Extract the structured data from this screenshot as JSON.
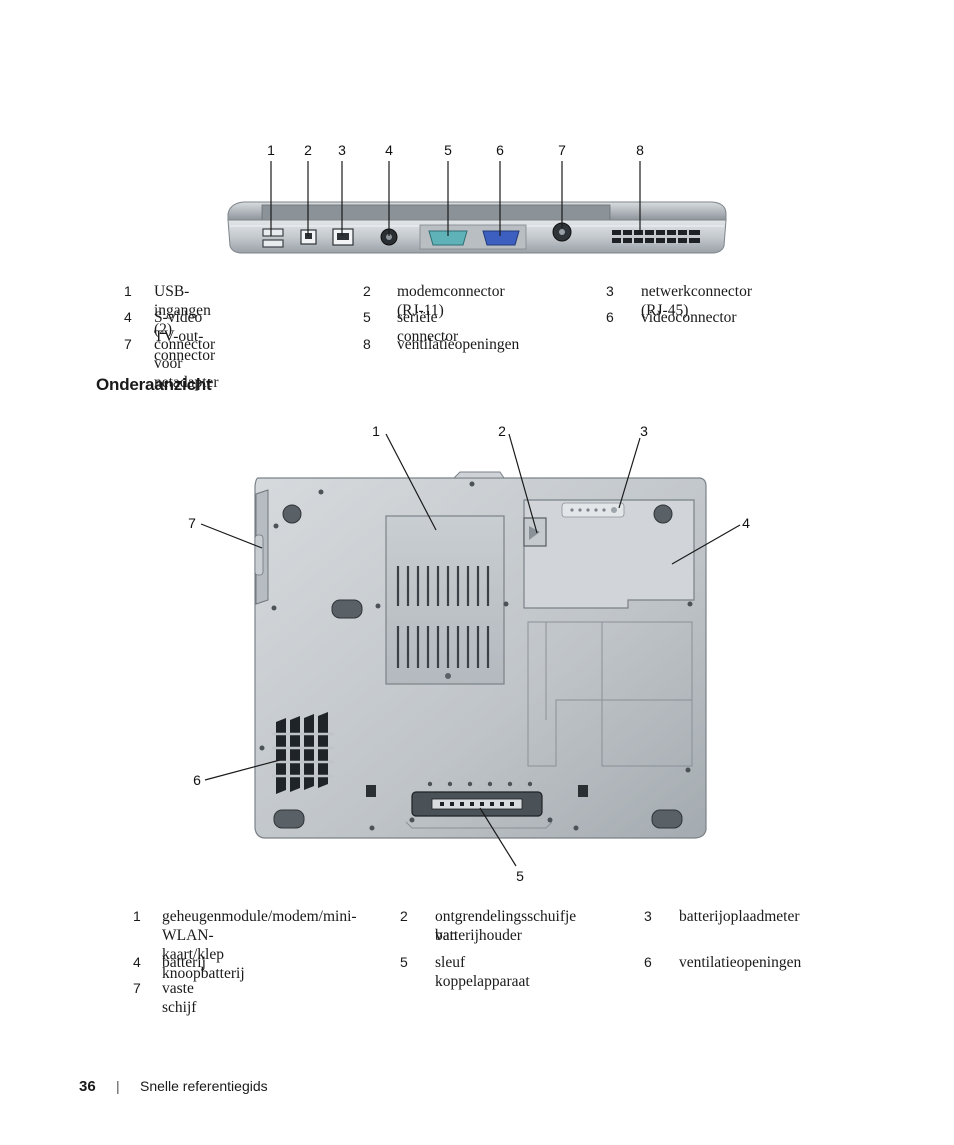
{
  "back_view": {
    "callouts": [
      "1",
      "2",
      "3",
      "4",
      "5",
      "6",
      "7",
      "8"
    ],
    "legend": [
      {
        "num": "1",
        "text": "USB-ingangen (2)"
      },
      {
        "num": "2",
        "text": "modemconnector (RJ-11)"
      },
      {
        "num": "3",
        "text": "netwerkconnector (RJ-45)"
      },
      {
        "num": "4",
        "text": "S-video TV-out-connector"
      },
      {
        "num": "5",
        "text": "seriële connector"
      },
      {
        "num": "6",
        "text": "videoconnector"
      },
      {
        "num": "7",
        "text": "connector voor netadapter"
      },
      {
        "num": "8",
        "text": "ventilatieopeningen"
      }
    ]
  },
  "section_heading": "Onderaanzicht",
  "bottom_view": {
    "callouts": [
      "1",
      "2",
      "3",
      "4",
      "5",
      "6",
      "7"
    ],
    "legend": [
      {
        "num": "1",
        "line1": "geheugenmodule/modem/mini-",
        "line2": "WLAN-kaart/klep knoopbatterij"
      },
      {
        "num": "2",
        "line1": "ontgrendelingsschuifje van",
        "line2": "batterijhouder"
      },
      {
        "num": "3",
        "line1": "batterijoplaadmeter",
        "line2": ""
      },
      {
        "num": "4",
        "line1": "batterij",
        "line2": ""
      },
      {
        "num": "5",
        "line1": "sleuf koppelapparaat",
        "line2": ""
      },
      {
        "num": "6",
        "line1": "ventilatieopeningen",
        "line2": ""
      },
      {
        "num": "7",
        "line1": "vaste schijf",
        "line2": ""
      }
    ]
  },
  "footer": {
    "page_number": "36",
    "separator": "|",
    "guide_title": "Snelle referentiegids"
  },
  "colors": {
    "chassis_light": "#cfd4d8",
    "chassis_mid": "#aeb4b9",
    "chassis_dark": "#6f767c",
    "vga_blue": "#3d5fbf",
    "serial_teal": "#5fb3b8"
  }
}
